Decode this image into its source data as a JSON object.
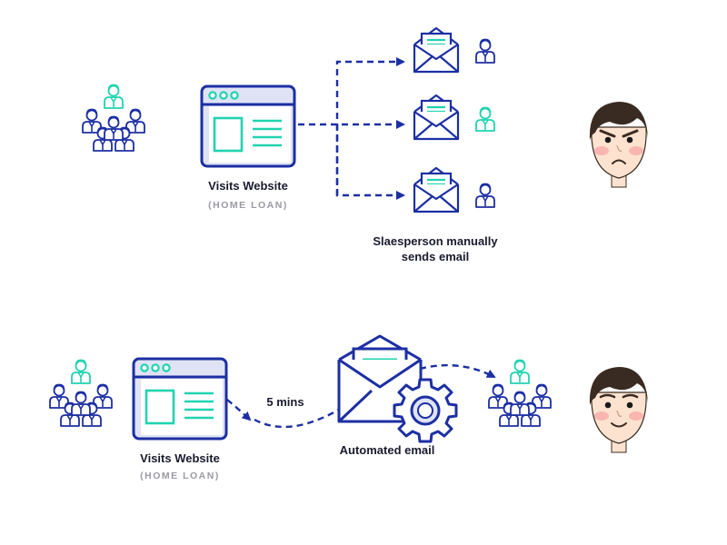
{
  "colors": {
    "navy": "#1c2fa3",
    "teal": "#21d3b0",
    "skin": "#fde3cf",
    "hair": "#3a2b22"
  },
  "top_flow": {
    "website_label": "Visits Website",
    "website_sublabel": "(HOME LOAN)",
    "manual_label_line1": "Slaesperson manually",
    "manual_label_line2": "sends email",
    "face_mood": "angry"
  },
  "bottom_flow": {
    "website_label": "Visits Website",
    "website_sublabel": "(HOME LOAN)",
    "delay_label": "5 mins",
    "automated_label": "Automated email",
    "face_mood": "happy"
  },
  "icons": [
    "group-of-people-icon",
    "browser-window-icon",
    "envelope-icon",
    "person-icon",
    "gear-icon",
    "face-icon"
  ]
}
